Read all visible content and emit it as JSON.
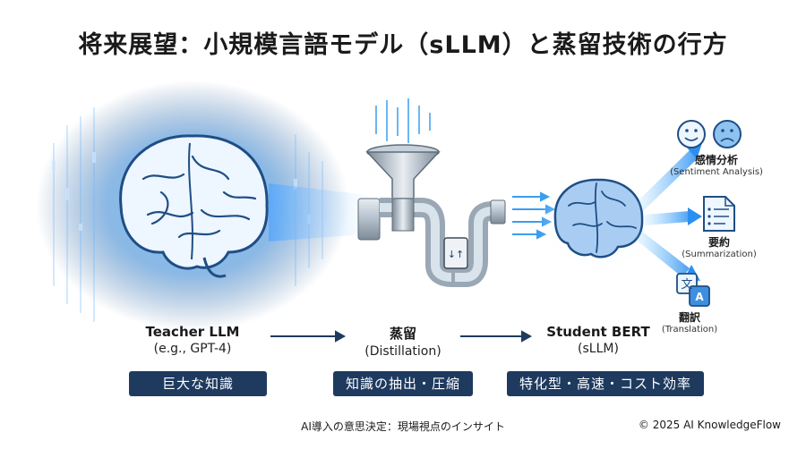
{
  "title": "将来展望：小規模言語モデル（sLLM）と蒸留技術の行方",
  "teacher": {
    "name": "Teacher LLM",
    "sub": "(e.g., GPT-4)",
    "tag": "巨大な知識"
  },
  "distill": {
    "name": "蒸留",
    "sub": "(Distillation)",
    "tag": "知識の抽出・圧縮"
  },
  "student": {
    "name": "Student BERT",
    "sub": "(sLLM)",
    "tag": "特化型・高速・コスト効率"
  },
  "tasks": [
    {
      "name": "感情分析",
      "sub": "(Sentiment Analysis)",
      "icon": "emotion-faces-icon"
    },
    {
      "name": "要約",
      "sub": "(Summarization)",
      "icon": "document-icon"
    },
    {
      "name": "翻訳",
      "sub": "(Translation)",
      "icon": "translate-icon"
    }
  ],
  "valve_symbol": "↓↑",
  "translate_glyphs": {
    "source": "文",
    "target": "A"
  },
  "footer": {
    "center": "AI導入の意思決定：現場視点のインサイト",
    "right": "© 2025 AI KnowledgeFlow"
  }
}
